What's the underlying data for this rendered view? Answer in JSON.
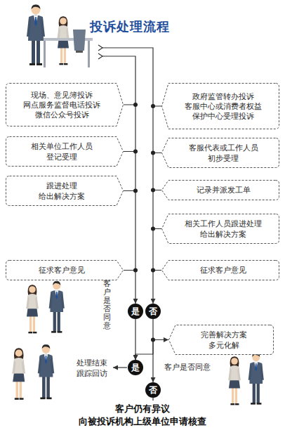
{
  "diagram": {
    "title": "投诉处理流程",
    "nodes": [
      {
        "text": [
          "现场、意见簿投诉 网点服务监督电话投诉 微信公众号投诉"
        ]
      },
      {
        "text": [
          "政府监管转办投诉 客服中心或消费者权益 保护中心受理投诉"
        ]
      },
      {
        "text": [
          "相关单位工作人员 登记受理"
        ]
      },
      {
        "text": [
          "客服代表或工作人员 初步受理"
        ]
      },
      {
        "text": [
          "跟进处理 给出解决方案"
        ]
      },
      {
        "text": [
          "记录并派发工单"
        ]
      },
      {
        "text": [
          "相关工作人员跟进处理 给出解决方案"
        ]
      },
      {
        "text": [
          "征求客户意见"
        ]
      },
      {
        "text": [
          "征求客户意见"
        ]
      },
      {
        "text": [
          "是"
        ]
      },
      {
        "text": [
          "否"
        ]
      },
      {
        "text": [
          "完善解决方案 多元化解"
        ]
      },
      {
        "text": [
          "是"
        ]
      },
      {
        "text": [
          "否"
        ]
      }
    ],
    "edges": [
      {
        "from": 0,
        "to": 2,
        "arrow": "none"
      },
      {
        "from": 2,
        "to": 4,
        "arrow": "none"
      },
      {
        "from": 4,
        "to": 7,
        "arrow": "none"
      },
      {
        "from": 1,
        "to": 3,
        "arrow": "none"
      },
      {
        "from": 3,
        "to": 5,
        "arrow": "none"
      },
      {
        "from": 5,
        "to": 6,
        "arrow": "none"
      },
      {
        "from": 6,
        "to": 8,
        "arrow": "none"
      },
      {
        "from": 7,
        "to": 9,
        "arrow": "to"
      },
      {
        "from": 8,
        "to": 10,
        "arrow": "to"
      },
      {
        "from": 10,
        "to": 11,
        "arrow": "to"
      },
      {
        "from": 9,
        "to": 12,
        "arrow": "to"
      },
      {
        "from": 11,
        "to": 12,
        "arrow": "to"
      },
      {
        "from": 11,
        "to": 13,
        "arrow": "to"
      }
    ],
    "labels": [
      "客户是否同意",
      "处理结束 跟踪回访",
      "客户是否同意",
      "客户仍有异议 向被投诉机构上级单位申请核查"
    ]
  }
}
